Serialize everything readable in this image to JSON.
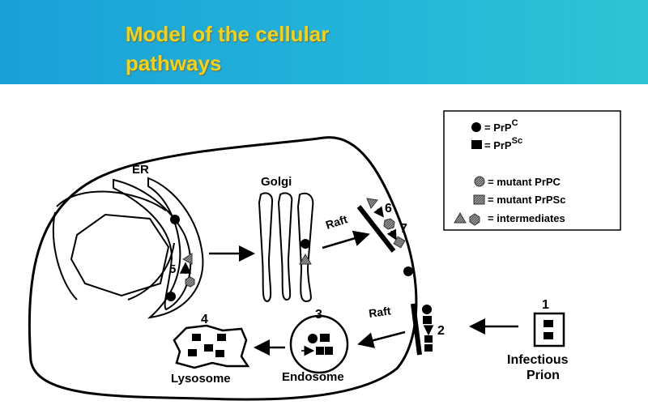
{
  "header": {
    "title_lines": [
      "Model of the cellular",
      "pathways",
      "involved in generation of"
    ],
    "bg_from": "#1aa0d8",
    "bg_to": "#2fc3d3",
    "title_color": "#f2d21d"
  },
  "diagram": {
    "labels": {
      "er": "ER",
      "golgi": "Golgi",
      "raft_top": "Raft",
      "raft_bottom": "Raft",
      "lysosome": "Lysosome",
      "endosome": "Endosome",
      "infectious_prion_1": "Infectious",
      "infectious_prion_2": "Prion"
    },
    "steps": [
      "1",
      "2",
      "3",
      "4",
      "5",
      "6",
      "7"
    ],
    "legend": [
      {
        "symbol": "circle-black",
        "text": "= PrP",
        "sup": "C"
      },
      {
        "symbol": "square-black",
        "text": "= PrP",
        "sup": "Sc"
      },
      {
        "symbol": "circle-gray",
        "text": "= mutant PrPC",
        "sup": ""
      },
      {
        "symbol": "square-gray",
        "text": "= mutant PrPSc",
        "sup": ""
      },
      {
        "symbol": "triangle-hexagon",
        "text": "= intermediates",
        "sup": ""
      }
    ]
  }
}
